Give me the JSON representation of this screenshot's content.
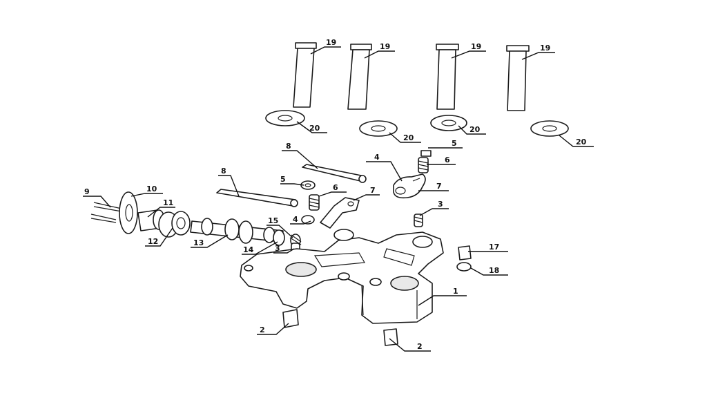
{
  "callouts": {
    "c19a": "19",
    "c19b": "19",
    "c19c": "19",
    "c19d": "19",
    "c20a": "20",
    "c20b": "20",
    "c20c": "20",
    "c20d": "20",
    "c8": "8",
    "c4a": "4",
    "c5a": "5",
    "c6a": "6",
    "c7a": "7",
    "c8b": "8",
    "c5b": "5",
    "c6b": "6",
    "c7b": "7",
    "c9": "9",
    "c10": "10",
    "c11": "11",
    "c12": "12",
    "c13": "13",
    "c14": "14",
    "c15": "15",
    "c4b": "4",
    "c3a": "3",
    "c3b": "3",
    "c17": "17",
    "c18": "18",
    "c1": "1",
    "c2a": "2",
    "c2b": "2"
  }
}
